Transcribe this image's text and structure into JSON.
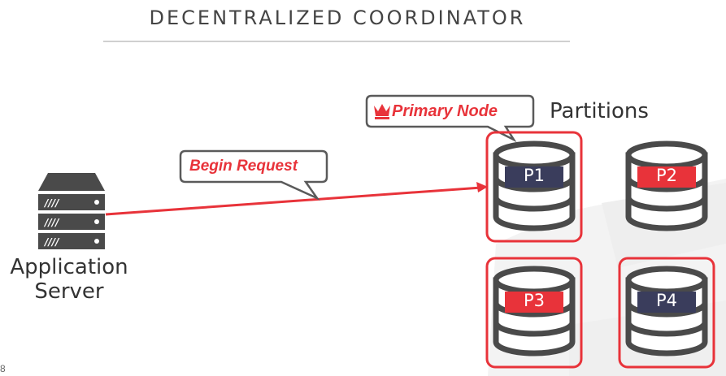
{
  "slide": {
    "title": "DECENTRALIZED COORDINATOR",
    "partitions_label": "Partitions",
    "app_server_label_line1": "Application",
    "app_server_label_line2": "Server",
    "footer_text": "8"
  },
  "callouts": {
    "primary_node": "Primary Node",
    "begin_request": "Begin Request"
  },
  "partitions": [
    {
      "label": "P1",
      "color": "#3a3d5c",
      "highlighted": true
    },
    {
      "label": "P2",
      "color": "#e8333a",
      "highlighted": false
    },
    {
      "label": "P3",
      "color": "#e8333a",
      "highlighted": true
    },
    {
      "label": "P4",
      "color": "#3a3d5c",
      "highlighted": true
    }
  ],
  "colors": {
    "accent_red": "#e8333a",
    "dark_navy": "#3a3d5c",
    "icon_gray": "#4a4a4a"
  }
}
